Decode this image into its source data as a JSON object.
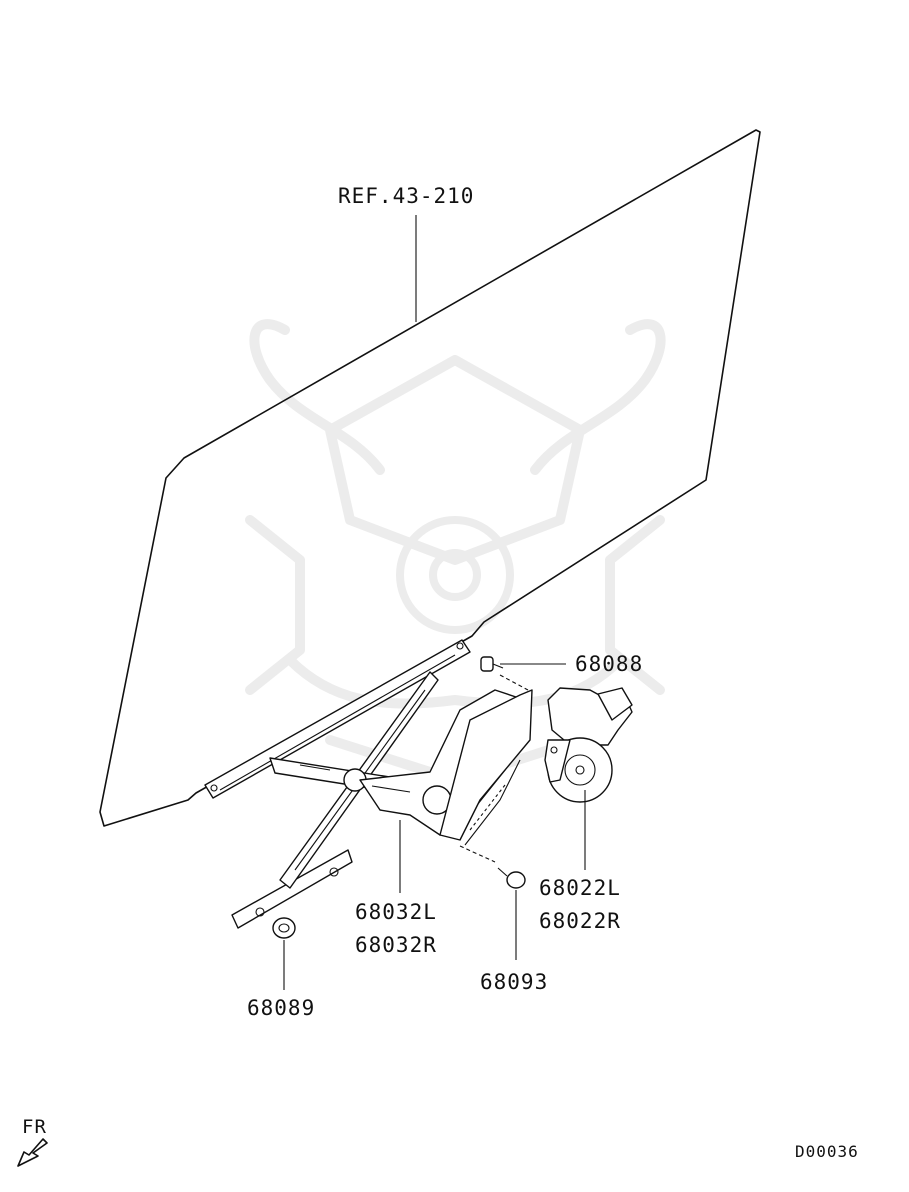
{
  "diagram": {
    "reference_label": "REF.43-210",
    "callouts": [
      {
        "id": "bolt-top",
        "codes": [
          "68088"
        ]
      },
      {
        "id": "regulator",
        "codes": [
          "68032L",
          "68032R"
        ]
      },
      {
        "id": "motor",
        "codes": [
          "68022L",
          "68022R"
        ]
      },
      {
        "id": "bolt-bottom",
        "codes": [
          "68093"
        ]
      },
      {
        "id": "nut",
        "codes": [
          "68089"
        ]
      }
    ],
    "direction_label": "FR",
    "diagram_code": "D00036"
  }
}
